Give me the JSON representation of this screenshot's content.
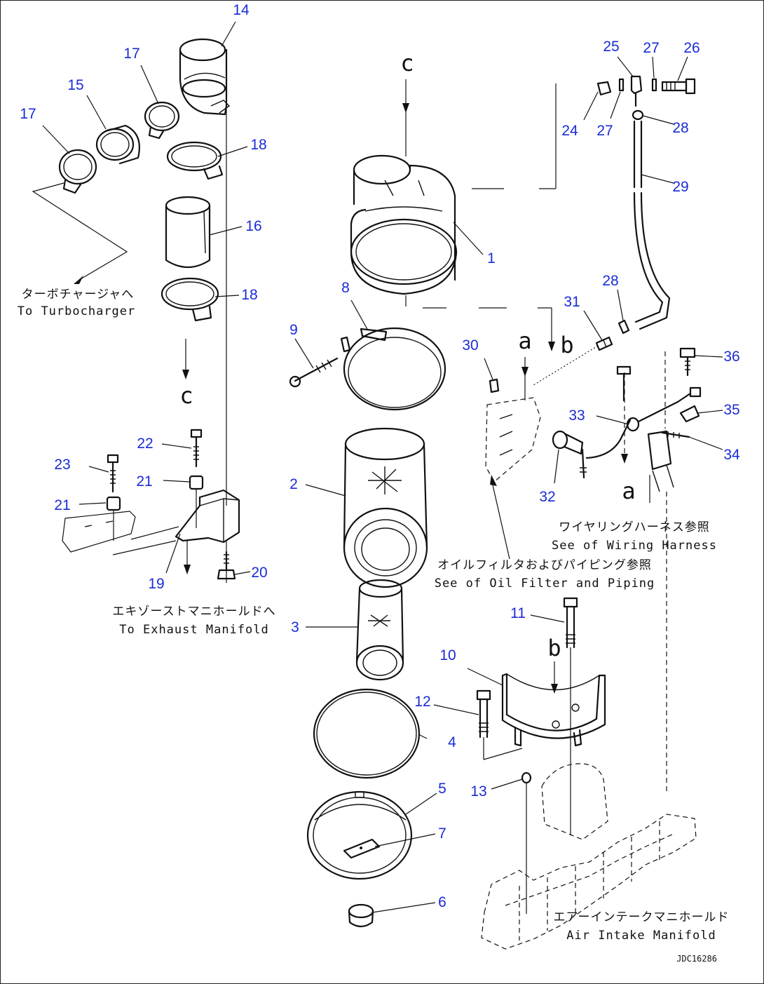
{
  "callouts": {
    "c1": "1",
    "c2": "2",
    "c3": "3",
    "c4": "4",
    "c5": "5",
    "c6": "6",
    "c7": "7",
    "c8": "8",
    "c9": "9",
    "c10": "10",
    "c11": "11",
    "c12": "12",
    "c13": "13",
    "c14": "14",
    "c15": "15",
    "c16": "16",
    "c17a": "17",
    "c17b": "17",
    "c18a": "18",
    "c18b": "18",
    "c19": "19",
    "c20": "20",
    "c21a": "21",
    "c21b": "21",
    "c22": "22",
    "c23": "23",
    "c24": "24",
    "c25": "25",
    "c26": "26",
    "c27a": "27",
    "c27b": "27",
    "c28a": "28",
    "c28b": "28",
    "c29": "29",
    "c30": "30",
    "c31": "31",
    "c32": "32",
    "c33": "33",
    "c34": "34",
    "c35": "35",
    "c36": "36"
  },
  "view_letters": {
    "c_top": "c",
    "c_left": "c",
    "a_top": "a",
    "a_bottom": "a",
    "b_top": "b",
    "b_bottom": "b"
  },
  "notes": {
    "turbo_jp": "ターボチャージャへ",
    "turbo_en": "To Turbocharger",
    "exhaust_jp": "エキゾーストマニホールドへ",
    "exhaust_en": "To Exhaust Manifold",
    "oil_jp": "オイルフィルタおよびパイピング参照",
    "oil_en": "See of Oil Filter and Piping",
    "wiring_jp": "ワイヤリングハーネス参照",
    "wiring_en": "See of Wiring Harness",
    "intake_jp": "エアーインテークマニホールド",
    "intake_en": "Air Intake Manifold"
  },
  "drawing_code": "JDC16286",
  "colors": {
    "callout": "#1a2bd6",
    "line": "#111111"
  }
}
